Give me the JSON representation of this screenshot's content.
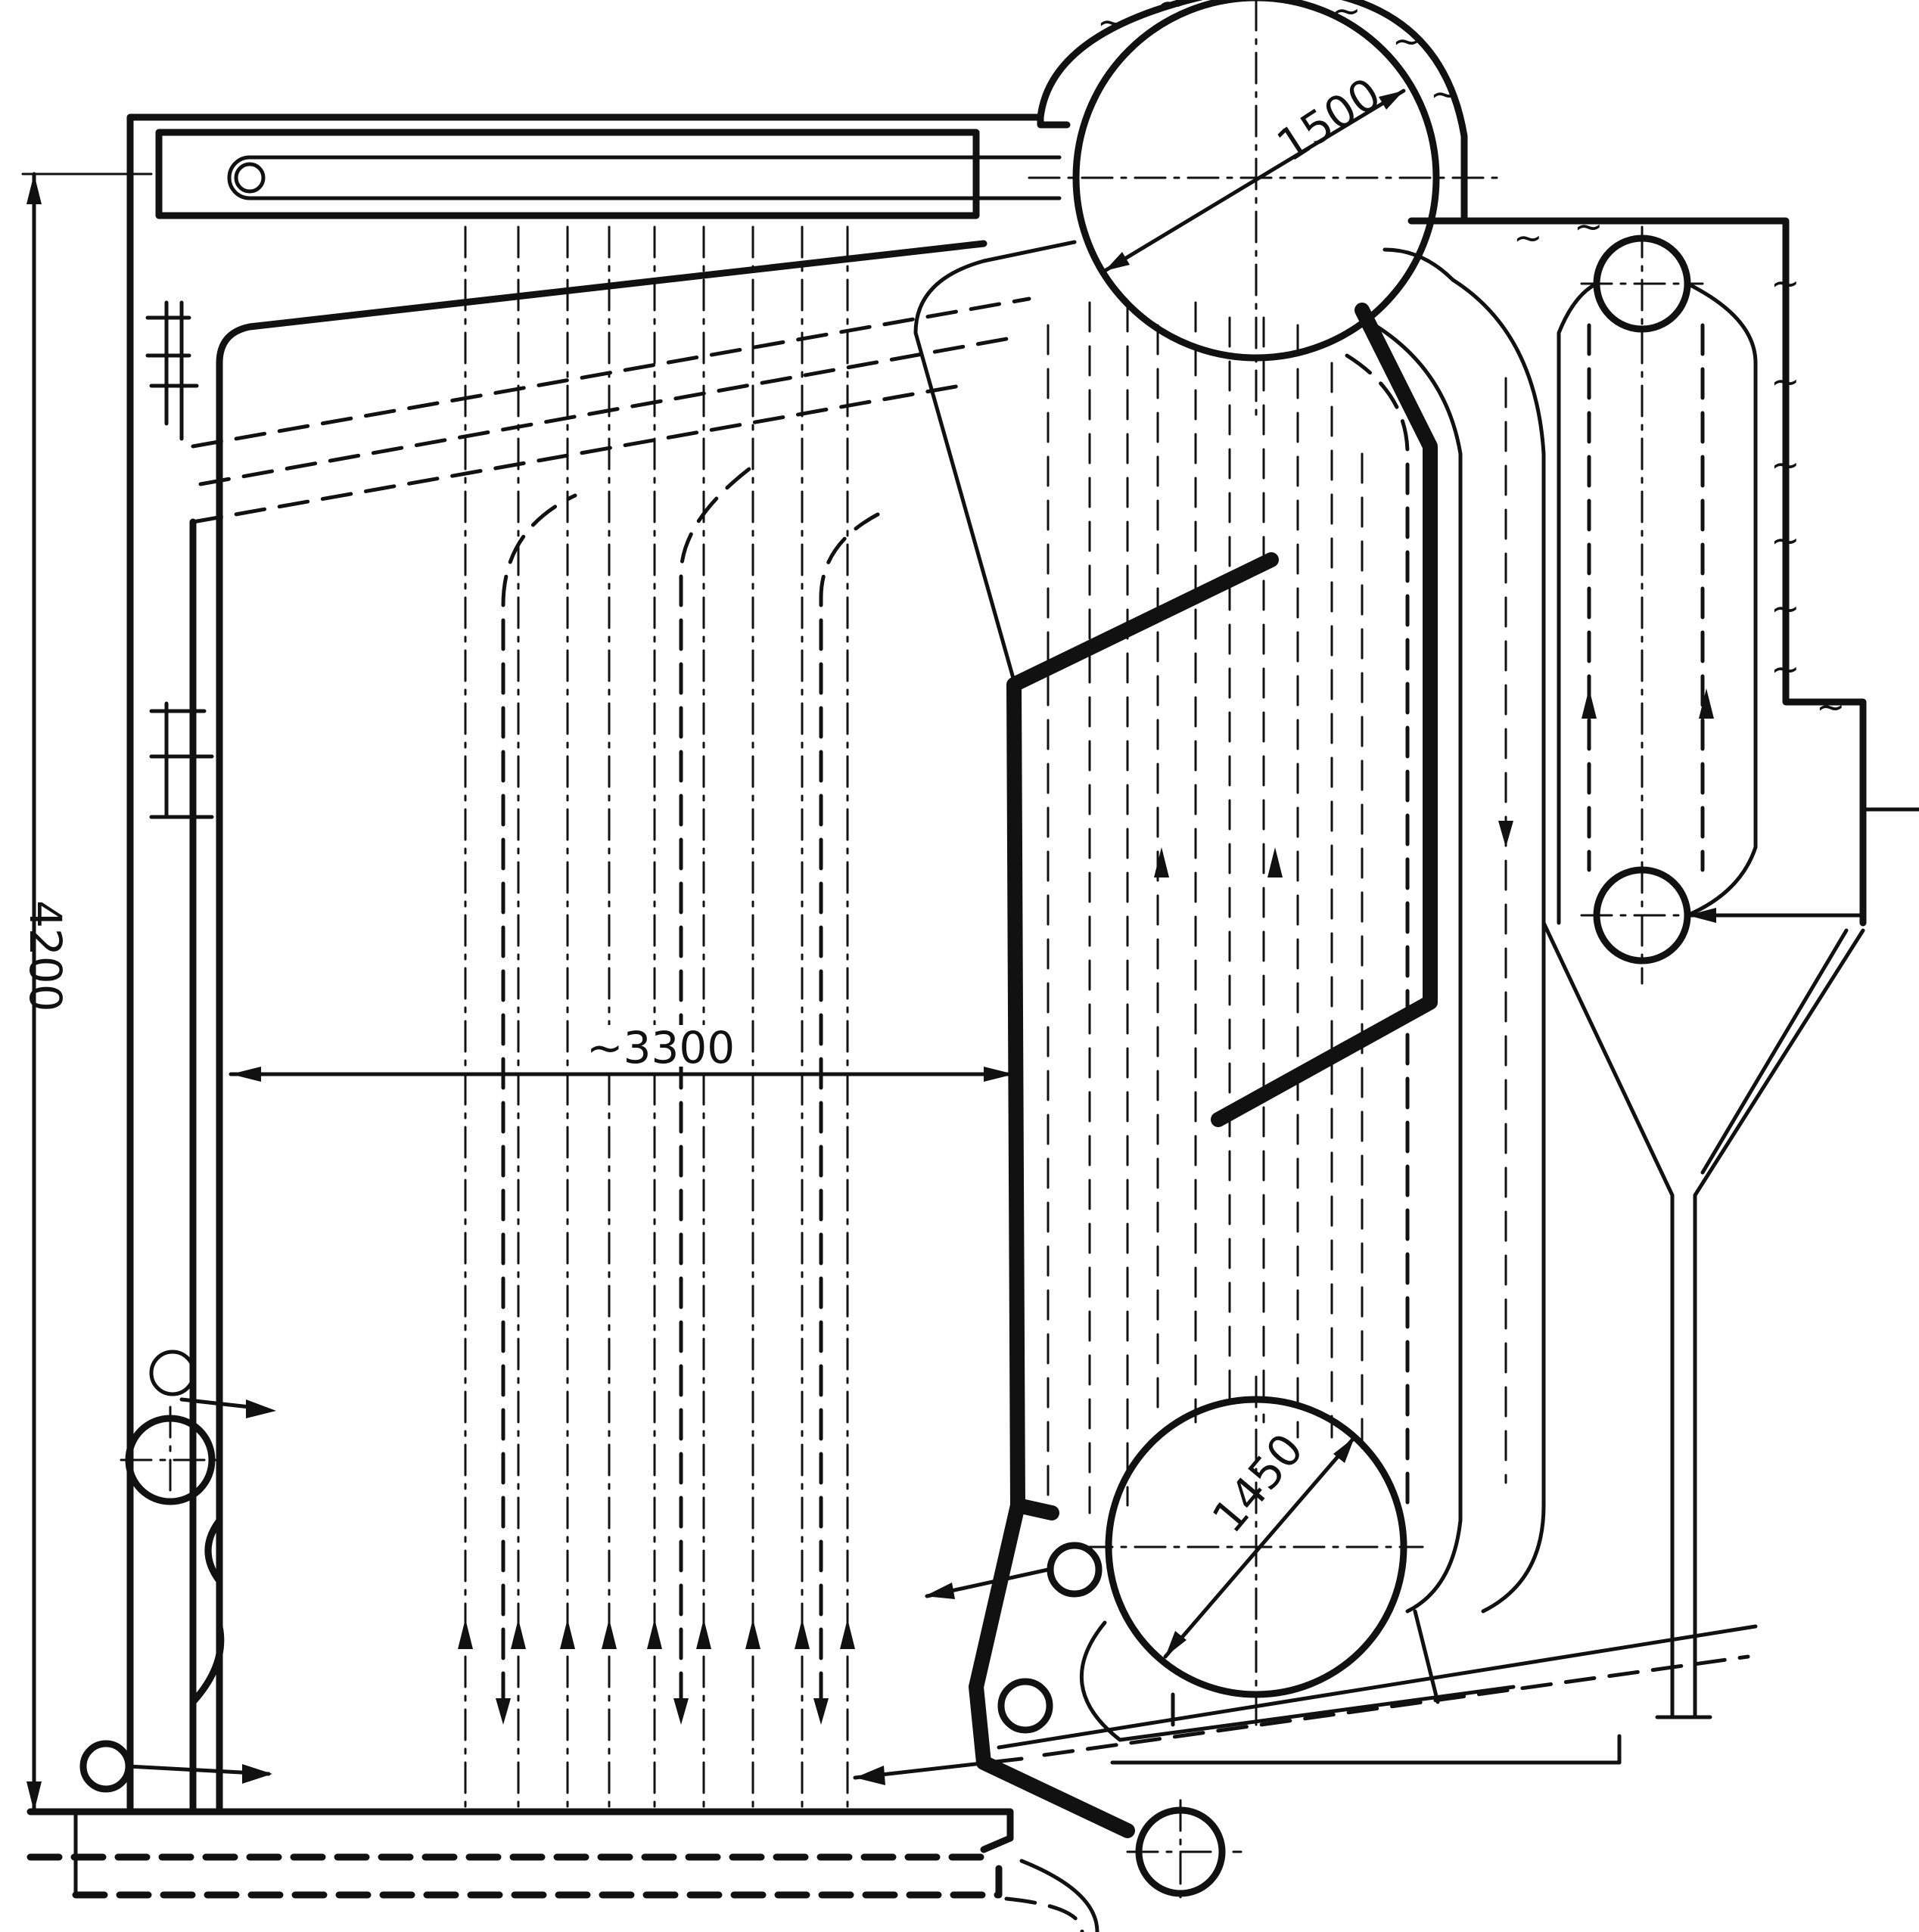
{
  "dimensions": {
    "height_label": "4200",
    "width_label": "~3300",
    "upper_drum_diameter": "1500",
    "lower_drum_diameter": "1450"
  },
  "colors": {
    "ink": "#111111",
    "paper": "#ffffff"
  }
}
